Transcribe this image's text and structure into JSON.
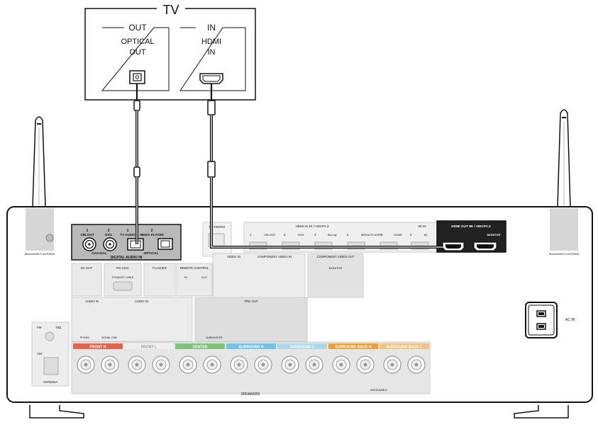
{
  "tv": {
    "title": "TV",
    "out_label": "OUT",
    "in_label": "IN",
    "optical_out_line1": "OPTICAL",
    "optical_out_line2": "OUT",
    "hdmi_in_line1": "HDMI",
    "hdmi_in_line2": "IN"
  },
  "receiver": {
    "ac_in_label": "AC IN",
    "antenna_left_label": "Bluetooth/Wi-Fi ANTENNA",
    "antenna_right_label": "Bluetooth/Wi-Fi ANTENNA",
    "network_label": "NETWORK",
    "digital_audio_in_label": "DIGITAL AUDIO IN",
    "coaxial_label": "COAXIAL",
    "optical_label": "OPTICAL",
    "digital_inputs": [
      {
        "num": "1",
        "name": "CBL/SAT"
      },
      {
        "num": "2",
        "name": "DVD"
      },
      {
        "num": "1",
        "name": "TV AUDIO"
      },
      {
        "num": "2",
        "name": "MEDIA PLAYER"
      }
    ],
    "hdmi_in_label": "HDMI IN 4K / HDCP2.3",
    "hdmi_inputs": [
      {
        "num": "1",
        "name": "CBL/SAT"
      },
      {
        "num": "2",
        "name": "DVD"
      },
      {
        "num": "3",
        "name": "Blu-ray"
      },
      {
        "num": "4",
        "name": "MEDIA PLAYER"
      },
      {
        "num": "5",
        "name": "GAME"
      },
      {
        "num": "6",
        "name": "8K"
      }
    ],
    "hdmi_8k_in_label": "8K IN",
    "hdmi_out_label": "HDMI OUT 8K / HDCP2.3",
    "hdmi_out_sub": "MONITOR",
    "video_in_label": "VIDEO IN",
    "component_in_label": "COMPONENT VIDEO IN",
    "component_out_label": "COMPONENT VIDEO OUT",
    "monitor_label": "MONITOR",
    "dc_out_label": "DC OUT",
    "rs232c_label": "RS-232C",
    "straight_cable_label": "STRAIGHT CABLE",
    "flasher_label": "FLASHER",
    "remote_control_label": "REMOTE CONTROL",
    "in_label": "IN",
    "out_label": "OUT",
    "audio_in_label": "AUDIO IN",
    "pre_out_label": "PRE OUT",
    "subwoofer_label": "SUBWOOFER",
    "phono_label": "PHONO",
    "signal_gnd_label": "SIGNAL GND",
    "tuner": {
      "fm_label": "FM",
      "fm_ohm": "75Ω",
      "am_label": "AM",
      "antenna_label": "ANTENNA"
    },
    "speakers_label": "SPEAKERS",
    "assignable_label": "ASSIGNABLE",
    "speaker_groups": [
      {
        "name": "FRONT R",
        "color": "#e8634a"
      },
      {
        "name": "FRONT L",
        "color": "#eeeeee"
      },
      {
        "name": "CENTER",
        "color": "#7cc576"
      },
      {
        "name": "SURROUND R",
        "color": "#6fc3e8"
      },
      {
        "name": "SURROUND L",
        "color": "#a9d8ef"
      },
      {
        "name": "SURROUND BACK R",
        "color": "#f0a030"
      },
      {
        "name": "SURROUND BACK L",
        "color": "#f4c27a"
      }
    ]
  }
}
